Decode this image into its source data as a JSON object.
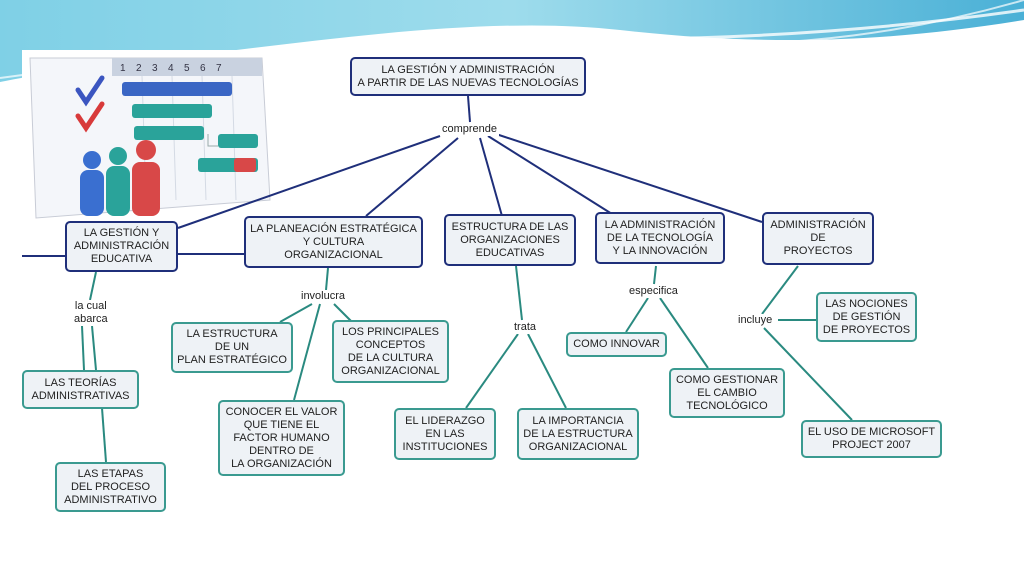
{
  "colors": {
    "node_border_dark": "#1f2f7a",
    "node_border_teal": "#3a9a90",
    "node_fill": "#eef2f6",
    "link_dark": "#1f2f7a",
    "link_teal": "#2a8a80",
    "banner": "#6cc4dc"
  },
  "illustration": {
    "icon": "gantt-chart-with-people-illustration",
    "numbers": [
      "1",
      "2",
      "3",
      "4",
      "5",
      "6",
      "7"
    ]
  },
  "nodes": {
    "root": "LA GESTIÓN Y ADMINISTRACIÓN\nA PARTIR DE LAS NUEVAS TECNOLOGÍAS",
    "gestion_educativa": "LA GESTIÓN Y\nADMINISTRACIÓN\nEDUCATIVA",
    "planeacion": "LA PLANEACIÓN ESTRATÉGICA\nY  CULTURA\nORGANIZACIONAL",
    "estructura": "ESTRUCTURA DE LAS\nORGANIZACIONES\nEDUCATIVAS",
    "tecnologia": "LA ADMINISTRACIÓN\nDE LA TECNOLOGÍA\nY LA INNOVACIÓN",
    "proyectos": "ADMINISTRACIÓN\nDE\nPROYECTOS",
    "teorias": "LAS TEORÍAS\nADMINISTRATIVAS",
    "etapas": "LAS ETAPAS\nDEL PROCESO\nADMINISTRATIVO",
    "plan_estrategico": "LA ESTRUCTURA\nDE UN\nPLAN ESTRATÉGICO",
    "conceptos_cultura": "LOS PRINCIPALES\nCONCEPTOS\nDE LA CULTURA\nORGANIZACIONAL",
    "factor_humano": "CONOCER EL VALOR\nQUE TIENE EL\nFACTOR HUMANO\nDENTRO DE\nLA ORGANIZACIÓN",
    "liderazgo": "EL LIDERAZGO\nEN LAS\nINSTITUCIONES",
    "importancia": "LA IMPORTANCIA\nDE LA ESTRUCTURA\nORGANIZACIONAL",
    "innovar": "COMO INNOVAR",
    "cambio": "COMO GESTIONAR\nEL CAMBIO\nTECNOLÓGICO",
    "nociones": "LAS NOCIONES\nDE GESTIÓN\nDE PROYECTOS",
    "microsoft": "EL USO DE MICROSOFT\nPROJECT 2007"
  },
  "link_labels": {
    "comprende": "comprende",
    "la_cual_abarca": "la cual\nabarca",
    "involucra": "involucra",
    "trata": "trata",
    "especifica": "especifica",
    "incluye": "incluye"
  }
}
